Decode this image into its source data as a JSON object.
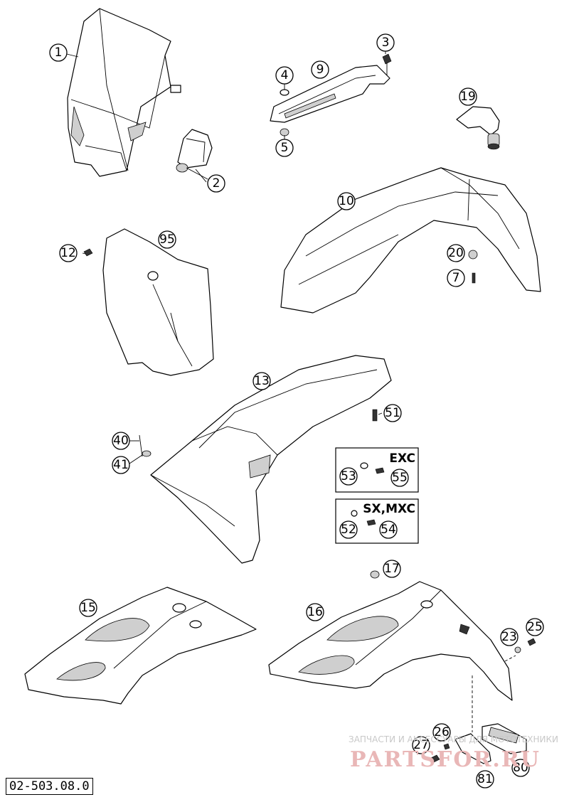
{
  "drawing_number": "02-503.08.0",
  "callouts": {
    "c1": "1",
    "c2": "2",
    "c3": "3",
    "c4": "4",
    "c5": "5",
    "c7": "7",
    "c9": "9",
    "c10": "10",
    "c12": "12",
    "c13": "13",
    "c15": "15",
    "c16": "16",
    "c17": "17",
    "c19": "19",
    "c20": "20",
    "c23": "23",
    "c25": "25",
    "c26": "26",
    "c27": "27",
    "c40": "40",
    "c41": "41",
    "c51": "51",
    "c52": "52",
    "c53": "53",
    "c54": "54",
    "c55": "55",
    "c80": "80",
    "c81": "81",
    "c95": "95"
  },
  "variants": {
    "exc_label": "EXC",
    "sx_label": "SX,MXC"
  },
  "watermark": {
    "top_text": "ЗАПЧАСТИ И АКСЕССУАРЫ ДЛЯ МОТОТЕХНИКИ",
    "brand_text": "PARTSFOR.RU"
  }
}
